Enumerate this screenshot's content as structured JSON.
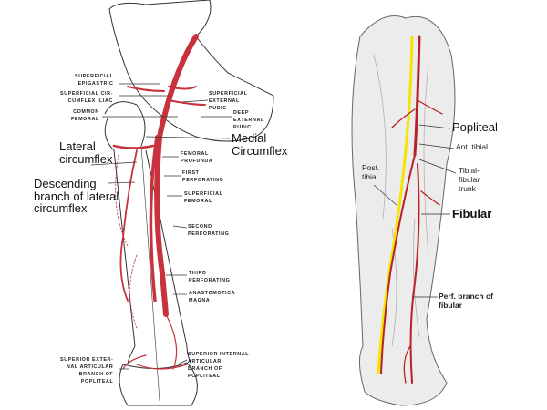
{
  "thigh_figure": {
    "labels": {
      "superficial_epigastric": "SUPERFICIAL\nEPIGASTRIC",
      "superficial_circumflex_iliac": "SUPERFICIAL CIR-\nCUMFLEX ILIAC",
      "common_femoral": "COMMON\nFEMORAL",
      "superficial_external_pudic": "SUPERFICIAL\nEXTERNAL\nPUDIC",
      "deep_external_pudic": "DEEP\nEXTERNAL\nPUDIC",
      "medial_circumflex": "Medial\nCircumflex",
      "lateral_circumflex": "Lateral\ncircumflex",
      "descending_branch": "Descending\nbranch of lateral\ncircumflex",
      "femoral_profunda": "FEMORAL\nPROFUNDA",
      "first_perforating": "FIRST\nPERFORATING",
      "superficial_femoral": "SUPERFICIAL\nFEMORAL",
      "second_perforating": "SECOND\nPERFORATING",
      "third_perforating": "THIRD\nPERFORATING",
      "anastomotica_magna": "ANASTOMOTICA\nMAGNA",
      "superior_external_articular": "SUPERIOR EXTER-\nNAL ARTICULAR\nBRANCH OF\nPOPLITEAL",
      "superior_internal_articular": "SUPERIOR INTERNAL\nARTICULAR\nBRANCH OF\nPOPLITEAL"
    }
  },
  "leg_figure": {
    "labels": {
      "popliteal": "Popliteal",
      "ant_tibial": "Ant. tibial",
      "post_tibial": "Post.\ntibial",
      "tibial_fibular_trunk": "Tibial-\nfibular\ntrunk",
      "fibular": "Fibular",
      "perf_branch": "Perf. branch of\nfibular"
    }
  },
  "colors": {
    "artery": "#c8323c",
    "nerve": "#f2e600",
    "outline": "#333333"
  }
}
